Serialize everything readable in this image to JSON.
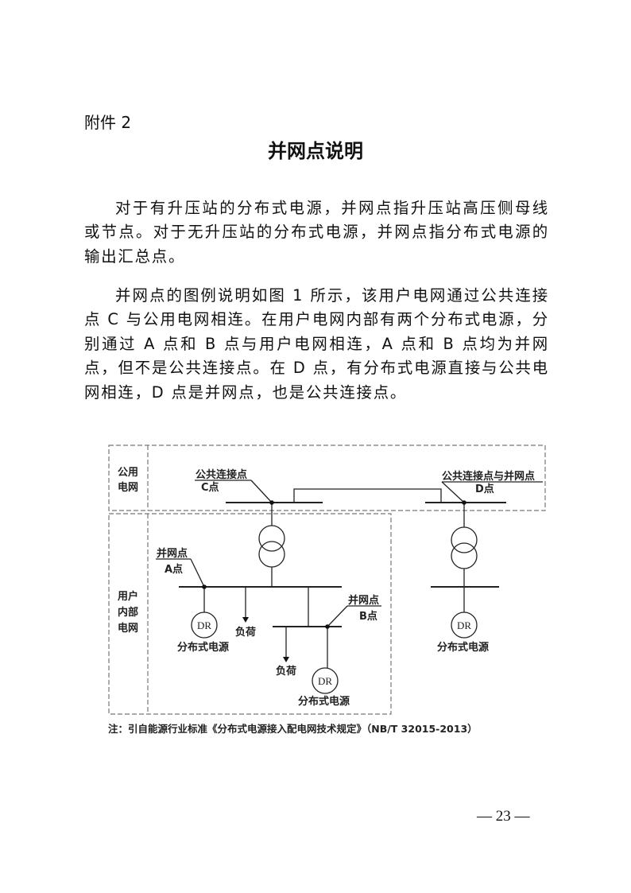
{
  "attachment_label": "附件 2",
  "title": "并网点说明",
  "paragraphs": [
    "对于有升压站的分布式电源，并网点指升压站高压侧母线或节点。对于无升压站的分布式电源，并网点指分布式电源的输出汇总点。",
    "并网点的图例说明如图 1 所示，该用户电网通过公共连接点 C 与公用电网相连。在用户电网内部有两个分布式电源，分别通过 A 点和 B 点与用户电网相连，A 点和 B 点均为并网点，但不是公共连接点。在 D 点，有分布式电源直接与公共电网相连，D 点是并网点，也是公共连接点。"
  ],
  "diagram": {
    "public_grid_label": [
      "公用",
      "电网"
    ],
    "user_grid_label": [
      "用户",
      "内部",
      "电网"
    ],
    "point_c": {
      "title": "公共连接点",
      "sub": "C点"
    },
    "point_d": {
      "title": "公共连接点与并网点",
      "sub": "D点"
    },
    "point_a": {
      "title": "并网点",
      "sub": "A点"
    },
    "point_b": {
      "title": "并网点",
      "sub": "B点"
    },
    "dr_symbol": "DR",
    "dr_label": "分布式电源",
    "load_label": "负荷"
  },
  "note": "注：引自能源行业标准《分布式电源接入配电网技术规定》（NB/T 32015-2013）",
  "page_number": "— 23 —"
}
